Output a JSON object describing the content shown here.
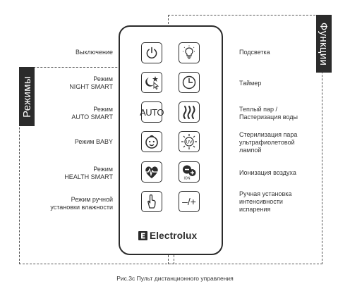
{
  "groups": {
    "modes_title": "Режимы",
    "functions_title": "Функции"
  },
  "remote": {
    "buttons_left": [
      {
        "icon": "power-icon"
      },
      {
        "icon": "night-moon-stars-icon"
      },
      {
        "text": "AUTO"
      },
      {
        "icon": "baby-face-icon"
      },
      {
        "icon": "heart-pulse-icon"
      },
      {
        "icon": "hand-finger-icon"
      }
    ],
    "buttons_right": [
      {
        "icon": "lightbulb-icon"
      },
      {
        "icon": "clock-icon"
      },
      {
        "icon": "steam-waves-icon"
      },
      {
        "icon": "uv-sun-icon"
      },
      {
        "icon": "ion-icon",
        "text": "ION"
      },
      {
        "text": "–/+"
      }
    ],
    "brand": "Electrolux"
  },
  "labels_left": [
    {
      "lines": [
        "Выключение"
      ]
    },
    {
      "lines": [
        "Режим",
        "NIGHT SMART"
      ]
    },
    {
      "lines": [
        "Режим",
        "AUTO SMART"
      ]
    },
    {
      "lines": [
        "Режим BABY"
      ]
    },
    {
      "lines": [
        "Режим",
        "HEALTH SMART"
      ]
    },
    {
      "lines": [
        "Режим ручной",
        "установки влажности"
      ]
    }
  ],
  "labels_right": [
    {
      "lines": [
        "Подсветка"
      ]
    },
    {
      "lines": [
        "Таймер"
      ]
    },
    {
      "lines": [
        "Теплый пар /",
        "Пастеризация воды"
      ]
    },
    {
      "lines": [
        "Стерилизация пара",
        "ультрафиолетовой",
        "лампой"
      ]
    },
    {
      "lines": [
        "Ионизация воздуха"
      ]
    },
    {
      "lines": [
        "Ручная установка",
        "интенсивности",
        "испарения"
      ]
    }
  ],
  "caption": "Рис.3с Пульт дистанционного управления"
}
